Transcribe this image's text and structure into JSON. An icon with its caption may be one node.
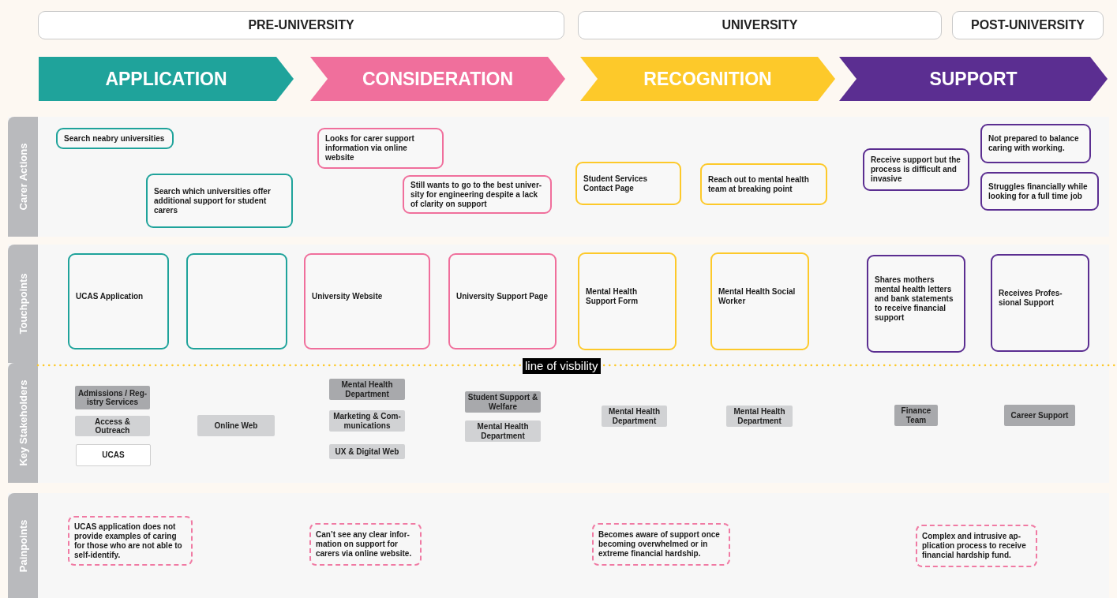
{
  "diagram": {
    "nodes": [
      {
        "text": [
          "PRE-UNIVERSITY"
        ]
      },
      {
        "text": [
          "UNIVERSITY"
        ]
      },
      {
        "text": [
          "POST-UNIVERSITY"
        ]
      },
      {
        "text": [
          "APPLICATION"
        ]
      },
      {
        "text": [
          "CONSIDERATION"
        ]
      },
      {
        "text": [
          "RECOGNITION"
        ]
      },
      {
        "text": [
          "SUPPORT"
        ]
      },
      {
        "text": [
          "Carer Actions"
        ]
      },
      {
        "text": [
          "Touchpoints"
        ]
      },
      {
        "text": [
          "Key Stakeholders"
        ]
      },
      {
        "text": [
          "Painpoints"
        ]
      },
      {
        "text": [
          "Search neabry universities"
        ],
        "in": 7
      },
      {
        "text": [
          "Search which universities offer additional support for student carers"
        ],
        "in": 7
      },
      {
        "text": [
          "Looks for carer support information via online website"
        ],
        "in": 7
      },
      {
        "text": [
          "Still wants to go to the best univer-sity for engineering despite a lack of clarity on support"
        ],
        "in": 7
      },
      {
        "text": [
          "Student Services Contact Page"
        ],
        "in": 7
      },
      {
        "text": [
          "Reach out to mental health team at breaking point"
        ],
        "in": 7
      },
      {
        "text": [
          "Receive support but the process is difficult and invasive"
        ],
        "in": 7
      },
      {
        "text": [
          "Not prepared to balance caring with working."
        ],
        "in": 7
      },
      {
        "text": [
          "Struggles financially while looking for a full time job"
        ],
        "in": 7
      },
      {
        "text": [
          "UCAS Application"
        ],
        "in": 8
      },
      {
        "text": [],
        "shape": "box",
        "in": 8
      },
      {
        "text": [
          "University Website"
        ],
        "in": 8
      },
      {
        "text": [
          "University Support Page"
        ],
        "in": 8
      },
      {
        "text": [
          "Mental Health Support Form"
        ],
        "in": 8
      },
      {
        "text": [
          "Mental Health Social Worker"
        ],
        "in": 8
      },
      {
        "text": [
          "Shares mothers mental health letters and bank statements to receive financial support"
        ],
        "in": 8
      },
      {
        "text": [
          "Receives Profes-sional Support"
        ],
        "in": 8
      },
      {
        "text": [
          "Admissions / Reg-istry Services"
        ],
        "in": 9
      },
      {
        "text": [
          "Access & Outreach"
        ],
        "in": 9
      },
      {
        "text": [
          "UCAS"
        ],
        "in": 9
      },
      {
        "text": [
          "Online Web"
        ],
        "in": 9
      },
      {
        "text": [
          "Mental Health Department"
        ],
        "in": 9
      },
      {
        "text": [
          "Marketing & Com-munications"
        ],
        "in": 9
      },
      {
        "text": [
          "UX & Digital Web"
        ],
        "in": 9
      },
      {
        "text": [
          "Student Support & Welfare"
        ],
        "in": 9
      },
      {
        "text": [
          "Mental Health Department"
        ],
        "in": 9
      },
      {
        "text": [
          "Mental Health Department"
        ],
        "in": 9
      },
      {
        "text": [
          "Mental Health Department"
        ],
        "in": 9
      },
      {
        "text": [
          "Finance Team"
        ],
        "in": 9
      },
      {
        "text": [
          "Career Support"
        ],
        "in": 9
      },
      {
        "text": [
          "UCAS application does not provide examples of caring for those who are not able to self-identify."
        ],
        "in": 10
      },
      {
        "text": [
          "Can’t see any clear infor-mation on support for carers  via online website."
        ],
        "in": 10
      },
      {
        "text": [
          "Becomes aware of support once becoming overwhelmed or in extreme financial hardship."
        ],
        "in": 10
      },
      {
        "text": [
          "Complex and intrusive ap-plication process to receive financial hardship fund."
        ],
        "in": 10
      }
    ],
    "labels": [
      "line of visbility"
    ]
  }
}
